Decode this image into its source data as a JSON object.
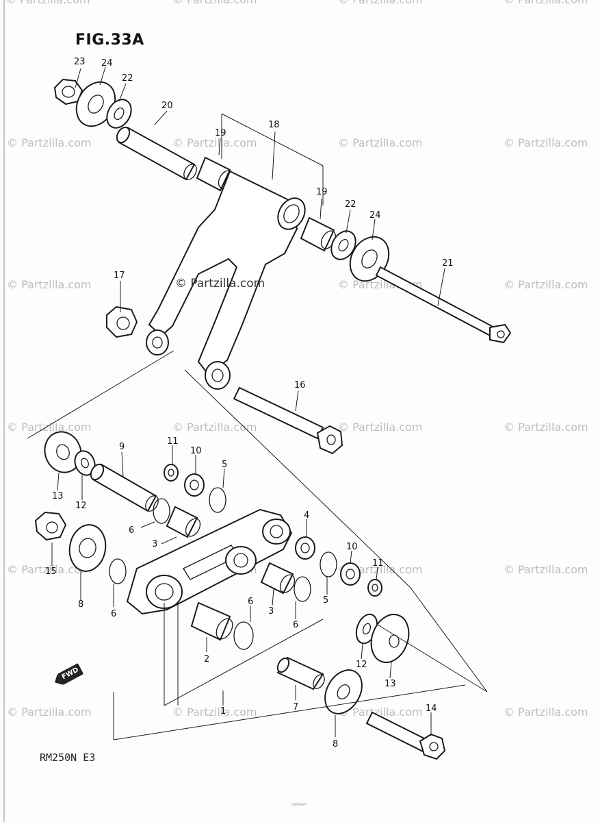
{
  "figure": {
    "title": "FIG.33A",
    "model_code": "RM250N E3",
    "fwd_label": "FWD",
    "watermark": "© Partzilla.com",
    "center_watermark": "© Partzilla.com",
    "footer_note": "COPYRIGHT"
  },
  "callouts": [
    {
      "id": "c23",
      "label": "23"
    },
    {
      "id": "c24a",
      "label": "24"
    },
    {
      "id": "c22a",
      "label": "22"
    },
    {
      "id": "c20",
      "label": "20"
    },
    {
      "id": "c19a",
      "label": "19"
    },
    {
      "id": "c18",
      "label": "18"
    },
    {
      "id": "c19b",
      "label": "19"
    },
    {
      "id": "c22b",
      "label": "22"
    },
    {
      "id": "c24b",
      "label": "24"
    },
    {
      "id": "c21",
      "label": "21"
    },
    {
      "id": "c17",
      "label": "17"
    },
    {
      "id": "c16",
      "label": "16"
    },
    {
      "id": "c13a",
      "label": "13"
    },
    {
      "id": "c12a",
      "label": "12"
    },
    {
      "id": "c9",
      "label": "9"
    },
    {
      "id": "c11a",
      "label": "11"
    },
    {
      "id": "c10a",
      "label": "10"
    },
    {
      "id": "c5a",
      "label": "5"
    },
    {
      "id": "c6a",
      "label": "6"
    },
    {
      "id": "c3a",
      "label": "3"
    },
    {
      "id": "c4",
      "label": "4"
    },
    {
      "id": "c15",
      "label": "15"
    },
    {
      "id": "c8a",
      "label": "8"
    },
    {
      "id": "c6b",
      "label": "6"
    },
    {
      "id": "c10b",
      "label": "10"
    },
    {
      "id": "c11b",
      "label": "11"
    },
    {
      "id": "c5b",
      "label": "5"
    },
    {
      "id": "c3b",
      "label": "3"
    },
    {
      "id": "c6c",
      "label": "6"
    },
    {
      "id": "c6d",
      "label": "6"
    },
    {
      "id": "c2",
      "label": "2"
    },
    {
      "id": "c12b",
      "label": "12"
    },
    {
      "id": "c13b",
      "label": "13"
    },
    {
      "id": "c1",
      "label": "1"
    },
    {
      "id": "c7",
      "label": "7"
    },
    {
      "id": "c8b",
      "label": "8"
    },
    {
      "id": "c14",
      "label": "14"
    }
  ]
}
